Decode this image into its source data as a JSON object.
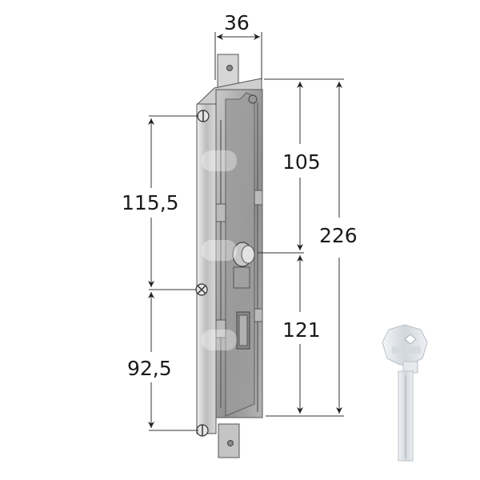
{
  "diagram": {
    "subject": "mortise lock with cylinder and key",
    "dimensions": {
      "width_top": "36",
      "upper_left": "115,5",
      "lower_left": "92,5",
      "upper_right": "105",
      "lower_right": "121",
      "total_height": "226"
    },
    "colors": {
      "line": "#333333",
      "body_light": "#d9d9d9",
      "body_mid": "#a8a8a8",
      "body_dark": "#6e6e6e",
      "key": "#dfe3e8"
    }
  }
}
